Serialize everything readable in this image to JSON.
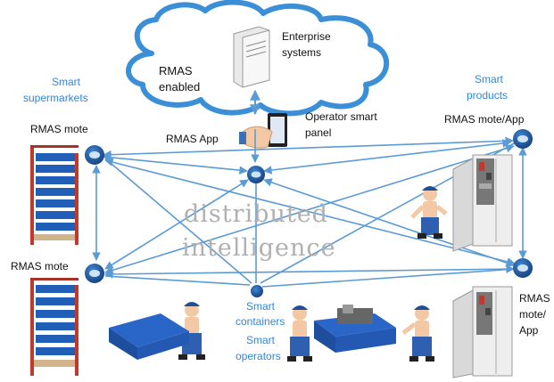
{
  "cloud": {
    "enterprise_line1": "Enterprise",
    "enterprise_line2": "systems",
    "rmas_line1": "RMAS",
    "rmas_line2": "enabled"
  },
  "labels": {
    "smart_supermarkets_line1": "Smart",
    "smart_supermarkets_line2": "supermarkets",
    "smart_products_line1": "Smart",
    "smart_products_line2": "products",
    "rmas_mote_top": "RMAS mote",
    "rmas_mote_bottom": "RMAS mote",
    "rmas_mote_app_top": "RMAS mote/App",
    "rmas_mote_app_bottom_1": "RMAS",
    "rmas_mote_app_bottom_2": "mote/",
    "rmas_mote_app_bottom_3": "App",
    "rmas_app": "RMAS App",
    "operator_panel_line1": "Operator smart",
    "operator_panel_line2": "panel",
    "smart_containers_line1": "Smart",
    "smart_containers_line2": "containers",
    "smart_operators_line1": "Smart",
    "smart_operators_line2": "operators",
    "distributed_line1": "distributed",
    "distributed_line2": "intelligence"
  },
  "colors": {
    "cloud_stroke": "#3a8fd6",
    "arrow": "#5b9bd5",
    "node": "#1f5fa8",
    "label_blue": "#2e86de",
    "rack": "#c0392b",
    "bin": "#1f5fb8"
  }
}
